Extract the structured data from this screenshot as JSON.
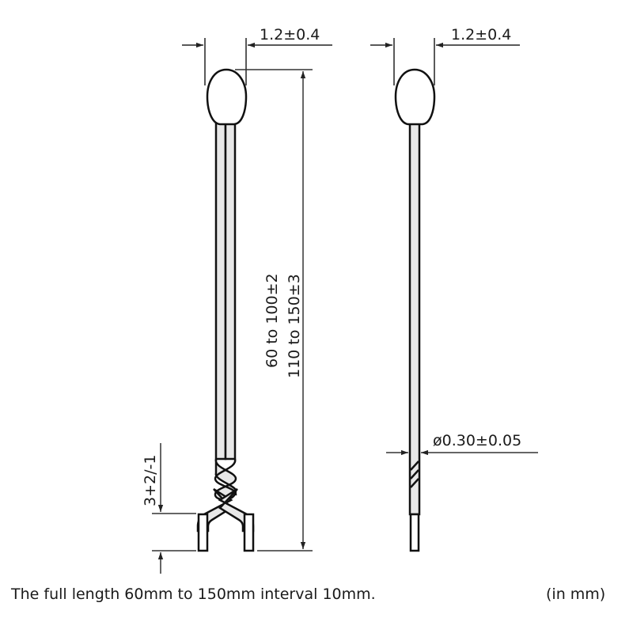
{
  "colors": {
    "stroke": "#111111",
    "dimension_line": "#333333",
    "lead_fill": "#e8e8e8",
    "bead_fill": "#ffffff",
    "background": "#ffffff"
  },
  "left_view": {
    "bead_width_label": "1.2±0.4",
    "length_label_1": "60 to 100±2",
    "length_label_2": "110 to 150±3",
    "stripped_length_label": "3+2/-1"
  },
  "right_view": {
    "bead_width_label": "1.2±0.4",
    "wire_diameter_label": "ø0.30±0.05"
  },
  "caption": {
    "note": "The full length 60mm to 150mm interval 10mm.",
    "units": "(in mm)"
  }
}
